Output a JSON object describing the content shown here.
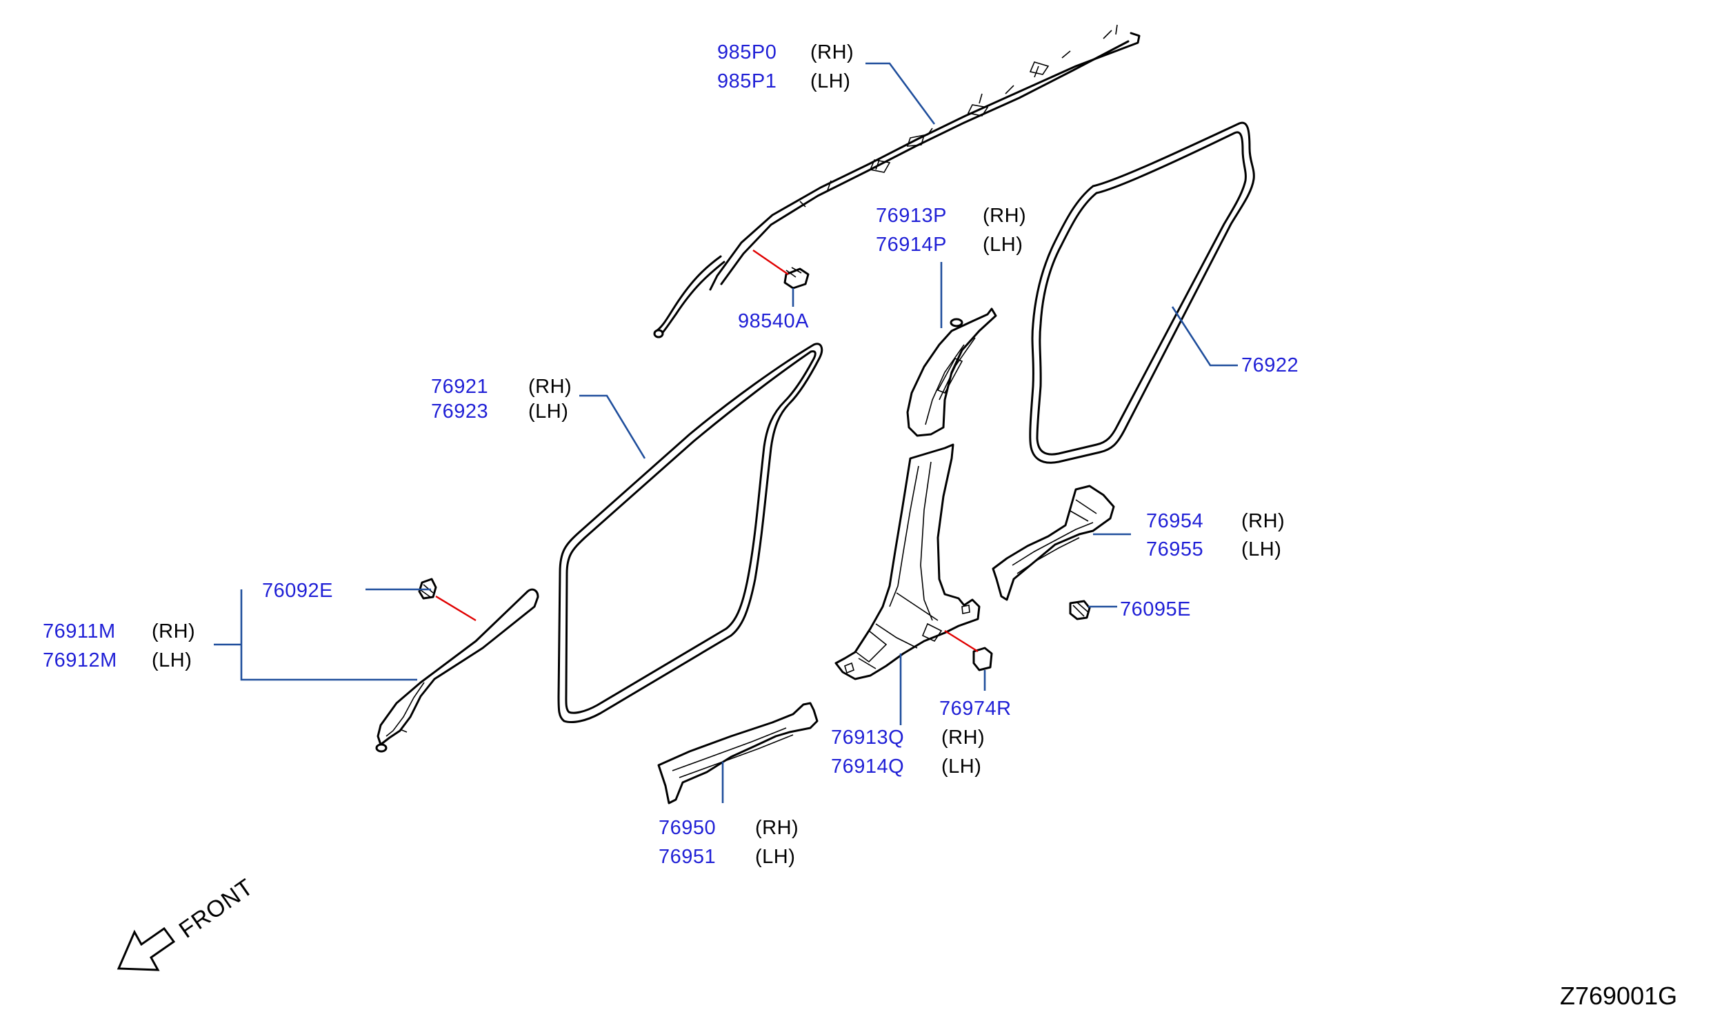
{
  "callouts": {
    "airbag": {
      "rh_pn": "985P0",
      "rh_side": "(RH)",
      "lh_pn": "985P1",
      "lh_side": "(LH)"
    },
    "bolt": {
      "pn": "98540A"
    },
    "b_pillar_upper": {
      "rh_pn": "76913P",
      "rh_side": "(RH)",
      "lh_pn": "76914P",
      "lh_side": "(LH)"
    },
    "rear_weatherstrip": {
      "pn": "76922"
    },
    "front_weatherstrip": {
      "rh_pn": "76921",
      "rh_side": "(RH)",
      "lh_pn": "76923",
      "lh_side": "(LH)"
    },
    "rear_kicking_plate": {
      "rh_pn": "76954",
      "rh_side": "(RH)",
      "lh_pn": "76955",
      "lh_side": "(LH)"
    },
    "clip_rear": {
      "pn": "76095E"
    },
    "clip_a_pillar": {
      "pn": "76092E"
    },
    "a_pillar": {
      "rh_pn": "76911M",
      "rh_side": "(RH)",
      "lh_pn": "76912M",
      "lh_side": "(LH)"
    },
    "cover": {
      "pn": "76974R"
    },
    "b_pillar_lower": {
      "rh_pn": "76913Q",
      "rh_side": "(RH)",
      "lh_pn": "76914Q",
      "lh_side": "(LH)"
    },
    "front_kicking_plate": {
      "rh_pn": "76950",
      "rh_side": "(RH)",
      "lh_pn": "76951",
      "lh_side": "(LH)"
    }
  },
  "front_indicator": {
    "label": "FRONT"
  },
  "diagram_code": "Z769001G",
  "colors": {
    "part_number": "#1f1fd6",
    "leader_line": "#1f4e9c",
    "connector_line": "#e00000",
    "outline": "#000000"
  },
  "icons": {
    "front_arrow": "front-arrow-icon"
  }
}
